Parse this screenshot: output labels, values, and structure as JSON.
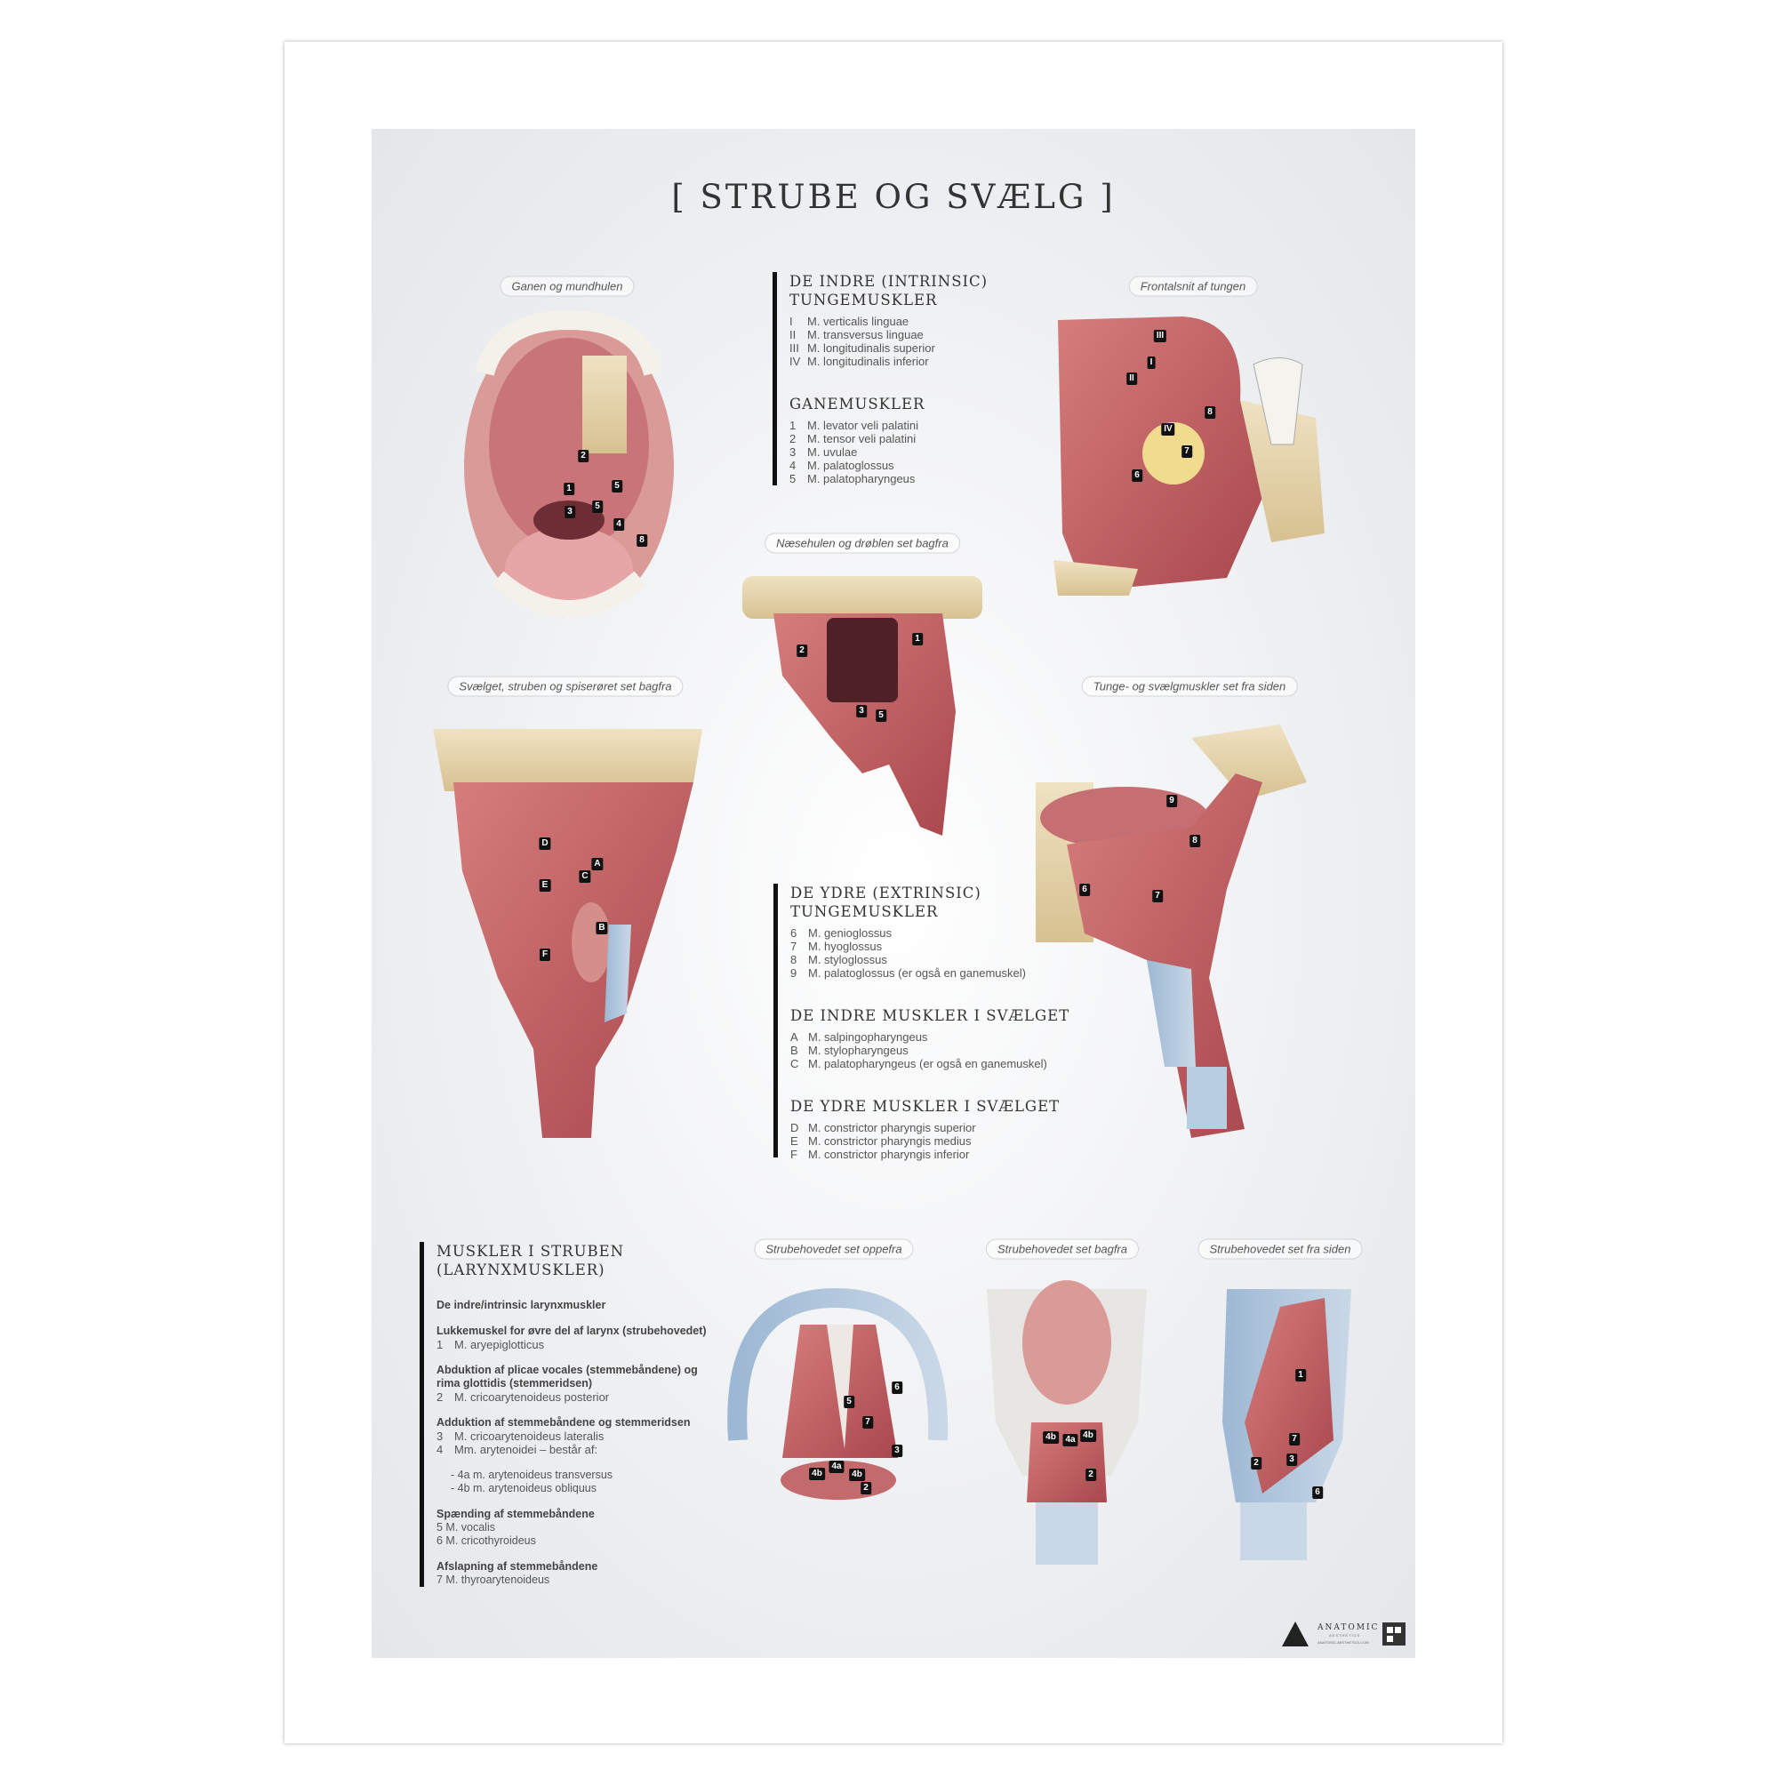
{
  "title": "[  STRUBE OG SVÆLG  ]",
  "captions": {
    "mouth": "Ganen og mundhulen",
    "frontal": "Frontalsnit af tungen",
    "nasal": "Næsehulen og drøblen set bagfra",
    "pharynx": "Svælget, struben og spiserøret set bagfra",
    "lateral": "Tunge- og svælgmuskler set fra siden",
    "larynx_top": "Strubehovedet set oppefra",
    "larynx_back": "Strubehovedet set bagfra",
    "larynx_side": "Strubehovedet set fra siden"
  },
  "intrinsic": {
    "heading1": "DE INDRE (INTRINSIC)",
    "heading2": "TUNGEMUSKLER",
    "items": [
      {
        "key": "I",
        "label": "M. verticalis linguae"
      },
      {
        "key": "II",
        "label": "M. transversus linguae"
      },
      {
        "key": "III",
        "label": "M. longitudinalis superior"
      },
      {
        "key": "IV",
        "label": "M. longitudinalis inferior"
      }
    ]
  },
  "palate": {
    "heading": "GANEMUSKLER",
    "items": [
      {
        "key": "1",
        "label": "M. levator veli palatini"
      },
      {
        "key": "2",
        "label": "M. tensor veli palatini"
      },
      {
        "key": "3",
        "label": "M. uvulae"
      },
      {
        "key": "4",
        "label": "M. palatoglossus"
      },
      {
        "key": "5",
        "label": "M. palatopharyngeus"
      }
    ]
  },
  "extrinsic": {
    "heading1": "DE YDRE (EXTRINSIC)",
    "heading2": "TUNGEMUSKLER",
    "items": [
      {
        "key": "6",
        "label": "M. genioglossus"
      },
      {
        "key": "7",
        "label": "M. hyoglossus"
      },
      {
        "key": "8",
        "label": "M. styloglossus"
      },
      {
        "key": "9",
        "label": "M. palatoglossus (er også en ganemuskel)"
      }
    ]
  },
  "pharynx_inner": {
    "heading": "DE INDRE MUSKLER I SVÆLGET",
    "items": [
      {
        "key": "A",
        "label": "M. salpingopharyngeus"
      },
      {
        "key": "B",
        "label": "M. stylopharyngeus"
      },
      {
        "key": "C",
        "label": "M. palatopharyngeus (er også en ganemuskel)"
      }
    ]
  },
  "pharynx_outer": {
    "heading": "DE YDRE MUSKLER I SVÆLGET",
    "items": [
      {
        "key": "D",
        "label": "M. constrictor pharyngis superior"
      },
      {
        "key": "E",
        "label": "M. constrictor pharyngis medius"
      },
      {
        "key": "F",
        "label": "M. constrictor pharyngis inferior"
      }
    ]
  },
  "larynx": {
    "heading1": "MUSKLER I STRUBEN",
    "heading2": "(LARYNXMUSKLER)",
    "intro": "De indre/intrinsic larynxmuskler",
    "g1": {
      "title": "Lukkemuskel for øvre del af larynx (strubehovedet)",
      "items": [
        {
          "key": "1",
          "label": "M. aryepiglotticus"
        }
      ]
    },
    "g2": {
      "title1": "Abduktion af plicae vocales (stemmebåndene) og",
      "title2": "rima glottidis (stemmeridsen)",
      "items": [
        {
          "key": "2",
          "label": "M. cricoarytenoideus posterior"
        }
      ]
    },
    "g3": {
      "title": "Adduktion af stemmebåndene og stemmeridsen",
      "items": [
        {
          "key": "3",
          "label": "M. cricoarytenoideus lateralis"
        },
        {
          "key": "4",
          "label": "Mm. arytenoidei – består af:"
        }
      ],
      "sub": [
        "- 4a m. arytenoideus transversus",
        "- 4b m. arytenoideus obliquus"
      ]
    },
    "g4": {
      "title": "Spænding af stemmebåndene",
      "lines": [
        "5 M. vocalis",
        "6 M. cricothyroideus"
      ]
    },
    "g5": {
      "title": "Afslapning af stemmebåndene",
      "lines": [
        "7 M. thyroarytenoideus"
      ]
    }
  },
  "figures": {
    "mouth": [
      "2",
      "1",
      "5",
      "3",
      "5",
      "4",
      "8"
    ],
    "frontal": [
      "III",
      "I",
      "II",
      "8",
      "IV",
      "7",
      "6"
    ],
    "nasal": [
      "2",
      "1",
      "3",
      "5"
    ],
    "pharynx": [
      "D",
      "A",
      "C",
      "E",
      "B",
      "F"
    ],
    "lateral": [
      "9",
      "8",
      "6",
      "7"
    ],
    "larynx_top": [
      "6",
      "5",
      "7",
      "3",
      "4a",
      "4b",
      "4b",
      "2"
    ],
    "larynx_back": [
      "4b",
      "4a",
      "4b",
      "2"
    ],
    "larynx_side": [
      "1",
      "7",
      "3",
      "2",
      "6"
    ]
  },
  "logo": {
    "name": "ANATOMIC",
    "tagline": "AESTHETICS",
    "url": "ANATOMIC-AESTHETICS.COM"
  },
  "colors": {
    "muscle": "#c8676a",
    "muscle_dark": "#a84a4f",
    "bone": "#e8d6b0",
    "cartilage": "#aac3dc",
    "tendon": "#e9e4e0"
  }
}
